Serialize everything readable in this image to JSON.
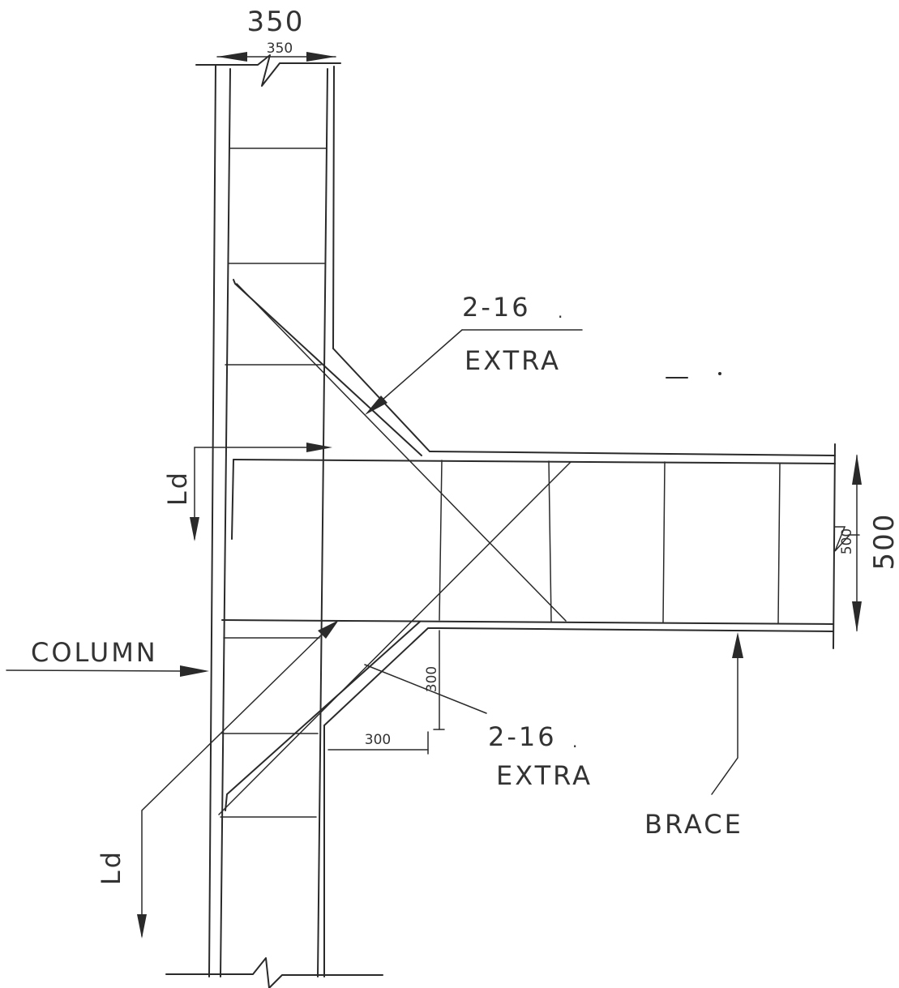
{
  "dimensions": {
    "column_width_outer": "350",
    "column_width_inner": "350",
    "brace_depth_outer": "500",
    "brace_depth_inner": "500",
    "leg_vertical": "300",
    "leg_horizontal": "300"
  },
  "labels": {
    "extra_bar_top_qty": "2-16",
    "extra_bar_top_note": "EXTRA",
    "extra_bar_bottom_qty": "2-16",
    "extra_bar_bottom_note": "EXTRA",
    "column": "COLUMN",
    "brace": "BRACE",
    "dev_length_top": "Ld",
    "dev_length_bottom": "Ld"
  }
}
